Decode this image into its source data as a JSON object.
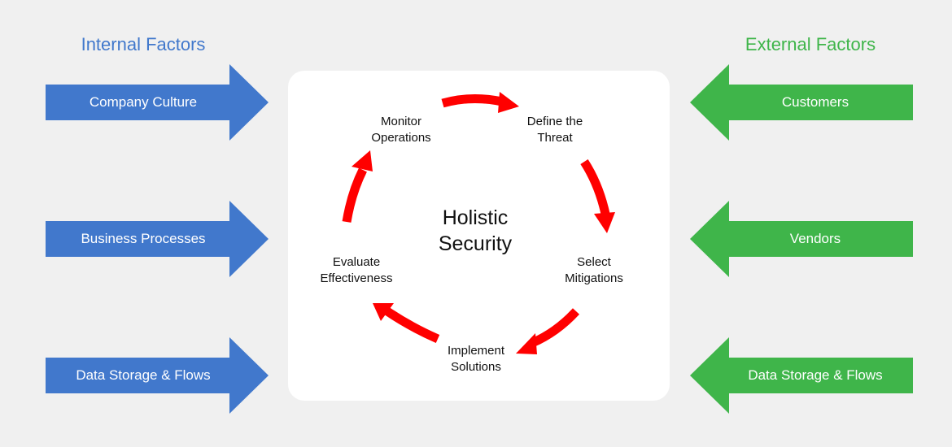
{
  "colors": {
    "background": "#f0f0f0",
    "panel": "#ffffff",
    "internal": "#4178cc",
    "external": "#3fb54a",
    "cycle_arrow": "#ff0000"
  },
  "internal": {
    "heading": "Internal Factors",
    "items": [
      {
        "label": "Company Culture"
      },
      {
        "label": "Business Processes"
      },
      {
        "label": "Data Storage & Flows"
      }
    ]
  },
  "external": {
    "heading": "External Factors",
    "items": [
      {
        "label": "Customers"
      },
      {
        "label": "Vendors"
      },
      {
        "label": "Data Storage & Flows"
      }
    ]
  },
  "cycle": {
    "title_line1": "Holistic",
    "title_line2": "Security",
    "steps": [
      {
        "line1": "Define the",
        "line2": "Threat"
      },
      {
        "line1": "Select",
        "line2": "Mitigations"
      },
      {
        "line1": "Implement",
        "line2": "Solutions"
      },
      {
        "line1": "Evaluate",
        "line2": "Effectiveness"
      },
      {
        "line1": "Monitor",
        "line2": "Operations"
      }
    ]
  }
}
